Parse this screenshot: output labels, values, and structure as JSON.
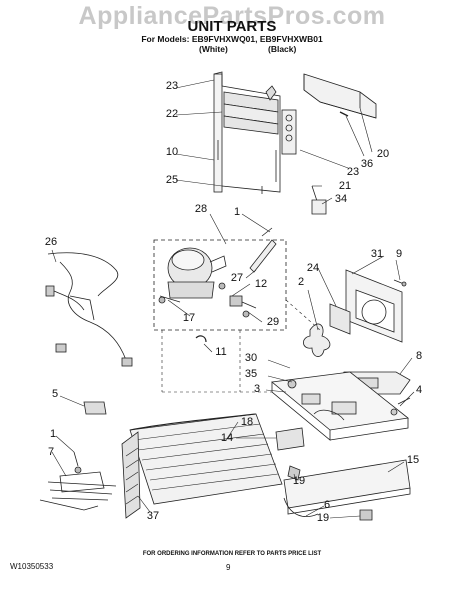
{
  "watermark": "AppliancePartsPros.com",
  "header": {
    "title": "UNIT PARTS",
    "models": "For Models: EB9FVHXWQ01, EB9FVHXWB01",
    "color_white": "(White)",
    "color_black": "(Black)"
  },
  "callouts": {
    "c23a": "23",
    "c22": "22",
    "c10": "10",
    "c25": "25",
    "c28": "28",
    "c1a": "1",
    "c26": "26",
    "c27": "27",
    "c12": "12",
    "c17": "17",
    "c29": "29",
    "c11": "11",
    "c5": "5",
    "c1b": "1",
    "c7": "7",
    "c18": "18",
    "c14": "14",
    "c37": "37",
    "c20": "20",
    "c36": "36",
    "c23b": "23",
    "c21": "21",
    "c34": "34",
    "c31": "31",
    "c9": "9",
    "c24": "24",
    "c2": "2",
    "c30": "30",
    "c35": "35",
    "c3": "3",
    "c8": "8",
    "c4": "4",
    "c15": "15",
    "c19a": "19",
    "c6": "6",
    "c19b": "19"
  },
  "footer": {
    "note": "FOR ORDERING INFORMATION REFER TO PARTS PRICE LIST",
    "code": "W10350533",
    "page": "9"
  }
}
